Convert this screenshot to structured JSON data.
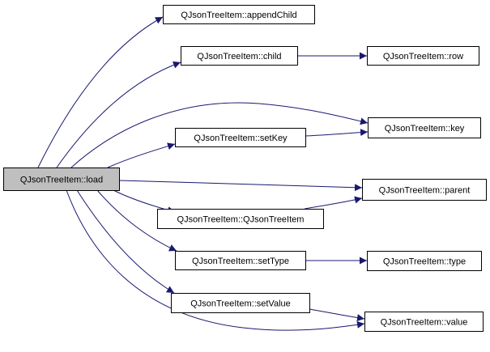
{
  "graph": {
    "nodes": [
      {
        "id": "load",
        "label": "QJsonTreeItem::load",
        "is_root": true
      },
      {
        "id": "appendChild",
        "label": "QJsonTreeItem::appendChild"
      },
      {
        "id": "child",
        "label": "QJsonTreeItem::child"
      },
      {
        "id": "row",
        "label": "QJsonTreeItem::row"
      },
      {
        "id": "key",
        "label": "QJsonTreeItem::key"
      },
      {
        "id": "setKey",
        "label": "QJsonTreeItem::setKey"
      },
      {
        "id": "parent",
        "label": "QJsonTreeItem::parent"
      },
      {
        "id": "ctor",
        "label": "QJsonTreeItem::QJsonTreeItem"
      },
      {
        "id": "setType",
        "label": "QJsonTreeItem::setType"
      },
      {
        "id": "type",
        "label": "QJsonTreeItem::type"
      },
      {
        "id": "setValue",
        "label": "QJsonTreeItem::setValue"
      },
      {
        "id": "value",
        "label": "QJsonTreeItem::value"
      }
    ],
    "edges": [
      {
        "from": "load",
        "to": "appendChild"
      },
      {
        "from": "load",
        "to": "child"
      },
      {
        "from": "load",
        "to": "key"
      },
      {
        "from": "load",
        "to": "setKey"
      },
      {
        "from": "load",
        "to": "parent"
      },
      {
        "from": "load",
        "to": "ctor"
      },
      {
        "from": "load",
        "to": "setType"
      },
      {
        "from": "load",
        "to": "setValue"
      },
      {
        "from": "load",
        "to": "value"
      },
      {
        "from": "child",
        "to": "row"
      },
      {
        "from": "setKey",
        "to": "key"
      },
      {
        "from": "ctor",
        "to": "parent"
      },
      {
        "from": "setType",
        "to": "type"
      },
      {
        "from": "setValue",
        "to": "value"
      }
    ],
    "colors": {
      "edge": "#191970",
      "node_border": "#000000",
      "node_fill": "#ffffff",
      "root_fill": "#bfbfbf",
      "text": "#000000"
    }
  }
}
